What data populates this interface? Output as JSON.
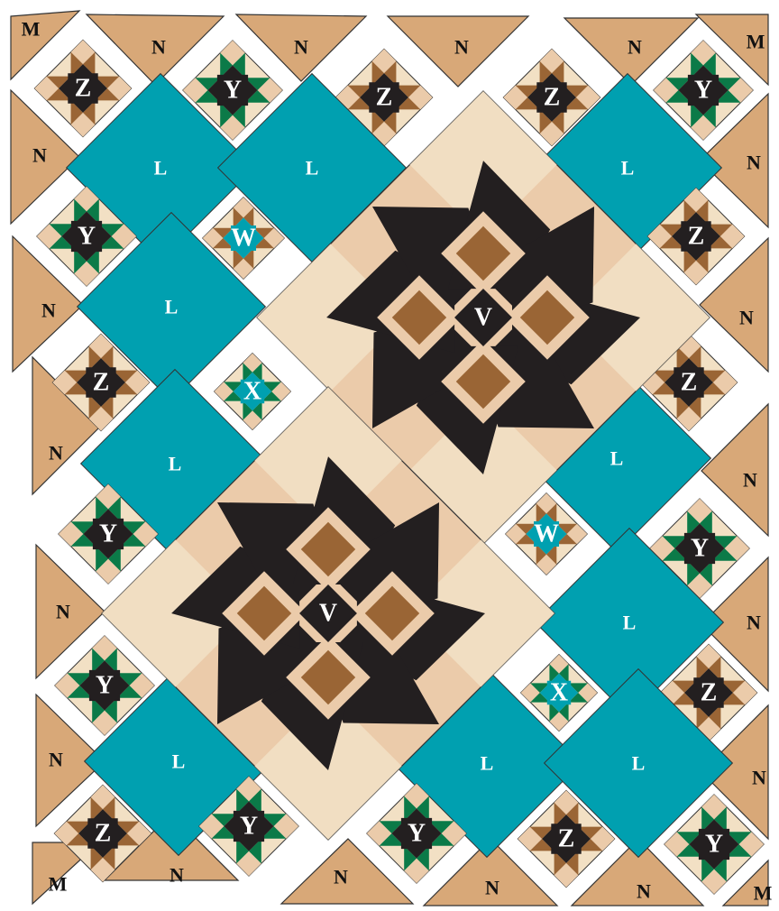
{
  "colors": {
    "background": "#ffffff",
    "tan": "#D8A878",
    "light_tan": "#EBCBAA",
    "cream": "#F2E0C4",
    "black": "#231F20",
    "brown": "#9A6535",
    "green": "#0B7A48",
    "teal": "#00A0B0",
    "outline": "#333333"
  },
  "labels": {
    "M": "M",
    "N": "N",
    "Z": "Z",
    "Y": "Y",
    "L": "L",
    "W": "W",
    "X": "X",
    "V": "V"
  },
  "blocks": [
    {
      "kind": "Z",
      "label": "Z"
    },
    {
      "kind": "Y",
      "label": "Y"
    },
    {
      "kind": "Z",
      "label": "Z"
    },
    {
      "kind": "Z",
      "label": "Z"
    },
    {
      "kind": "Y",
      "label": "Y"
    },
    {
      "kind": "L",
      "label": "L"
    },
    {
      "kind": "L",
      "label": "L"
    },
    {
      "kind": "L",
      "label": "L"
    },
    {
      "kind": "Y",
      "label": "Y"
    },
    {
      "kind": "W",
      "label": "W"
    },
    {
      "kind": "Z",
      "label": "Z"
    },
    {
      "kind": "L",
      "label": "L"
    },
    {
      "kind": "Z",
      "label": "Z"
    },
    {
      "kind": "X",
      "label": "X"
    },
    {
      "kind": "Z",
      "label": "Z"
    },
    {
      "kind": "L",
      "label": "L"
    },
    {
      "kind": "L",
      "label": "L"
    },
    {
      "kind": "Y",
      "label": "Y"
    },
    {
      "kind": "W",
      "label": "W"
    },
    {
      "kind": "Y",
      "label": "Y"
    },
    {
      "kind": "L",
      "label": "L"
    },
    {
      "kind": "Y",
      "label": "Y"
    },
    {
      "kind": "X",
      "label": "X"
    },
    {
      "kind": "Z",
      "label": "Z"
    },
    {
      "kind": "L",
      "label": "L"
    },
    {
      "kind": "L",
      "label": "L"
    },
    {
      "kind": "L",
      "label": "L"
    },
    {
      "kind": "Z",
      "label": "Z"
    },
    {
      "kind": "Y",
      "label": "Y"
    },
    {
      "kind": "Y",
      "label": "Y"
    },
    {
      "kind": "Z",
      "label": "Z"
    },
    {
      "kind": "Y",
      "label": "Y"
    },
    {
      "kind": "V",
      "label": "V"
    },
    {
      "kind": "V",
      "label": "V"
    }
  ],
  "edge_pieces": [
    {
      "kind": "M",
      "label": "M"
    },
    {
      "kind": "N",
      "label": "N"
    },
    {
      "kind": "N",
      "label": "N"
    },
    {
      "kind": "N",
      "label": "N"
    },
    {
      "kind": "N",
      "label": "N"
    },
    {
      "kind": "M",
      "label": "M"
    },
    {
      "kind": "N",
      "label": "N"
    },
    {
      "kind": "N",
      "label": "N"
    },
    {
      "kind": "N",
      "label": "N"
    },
    {
      "kind": "N",
      "label": "N"
    },
    {
      "kind": "N",
      "label": "N"
    },
    {
      "kind": "N",
      "label": "N"
    },
    {
      "kind": "N",
      "label": "N"
    },
    {
      "kind": "N",
      "label": "N"
    },
    {
      "kind": "N",
      "label": "N"
    },
    {
      "kind": "N",
      "label": "N"
    },
    {
      "kind": "N",
      "label": "N"
    },
    {
      "kind": "M",
      "label": "M"
    },
    {
      "kind": "N",
      "label": "N"
    },
    {
      "kind": "N",
      "label": "N"
    },
    {
      "kind": "N",
      "label": "N"
    },
    {
      "kind": "M",
      "label": "M"
    }
  ]
}
